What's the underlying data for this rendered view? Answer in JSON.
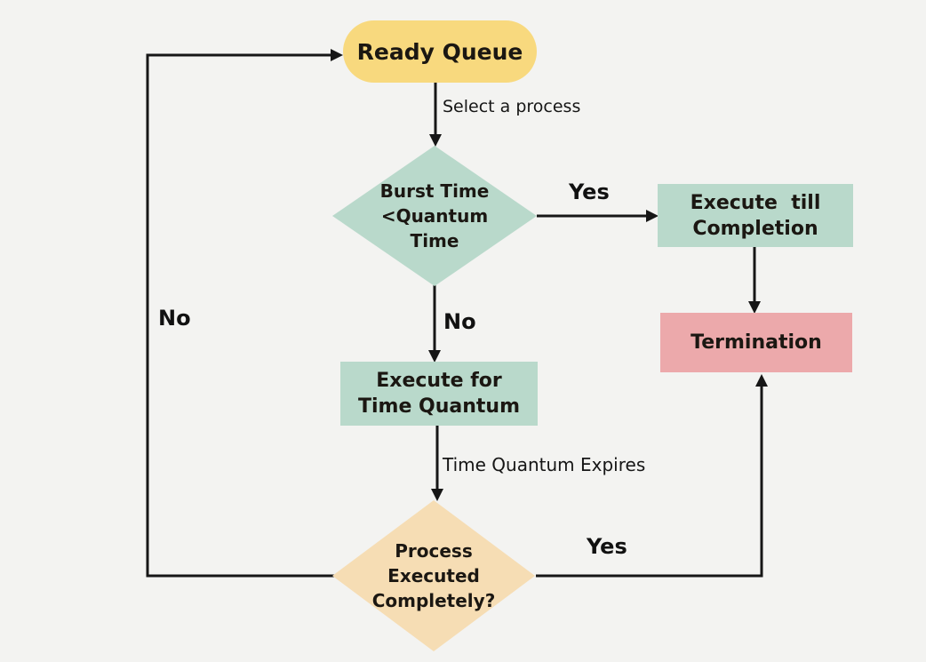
{
  "nodes": {
    "ready_queue": "Ready Queue",
    "burst_time_decision": "Burst Time\n<Quantum\nTime",
    "execute_till_completion": "Execute  till\nCompletion",
    "termination": "Termination",
    "execute_for_time_quantum": "Execute for\nTime Quantum",
    "process_executed_decision": "Process\nExecuted\nCompletely?"
  },
  "edge_labels": {
    "select_a_process": "Select a process",
    "yes_top": "Yes",
    "no_middle": "No",
    "time_quantum_expires": "Time Quantum Expires",
    "yes_bottom": "Yes",
    "no_left": "No"
  },
  "colors": {
    "background": "#f3f3f1",
    "ready_queue_fill": "#f8d97e",
    "process_box_fill": "#b9d9cb",
    "termination_fill": "#eca9ab",
    "process_decision_fill": "#f6ddb4",
    "line": "#161616",
    "text": "#1a1a1a"
  }
}
